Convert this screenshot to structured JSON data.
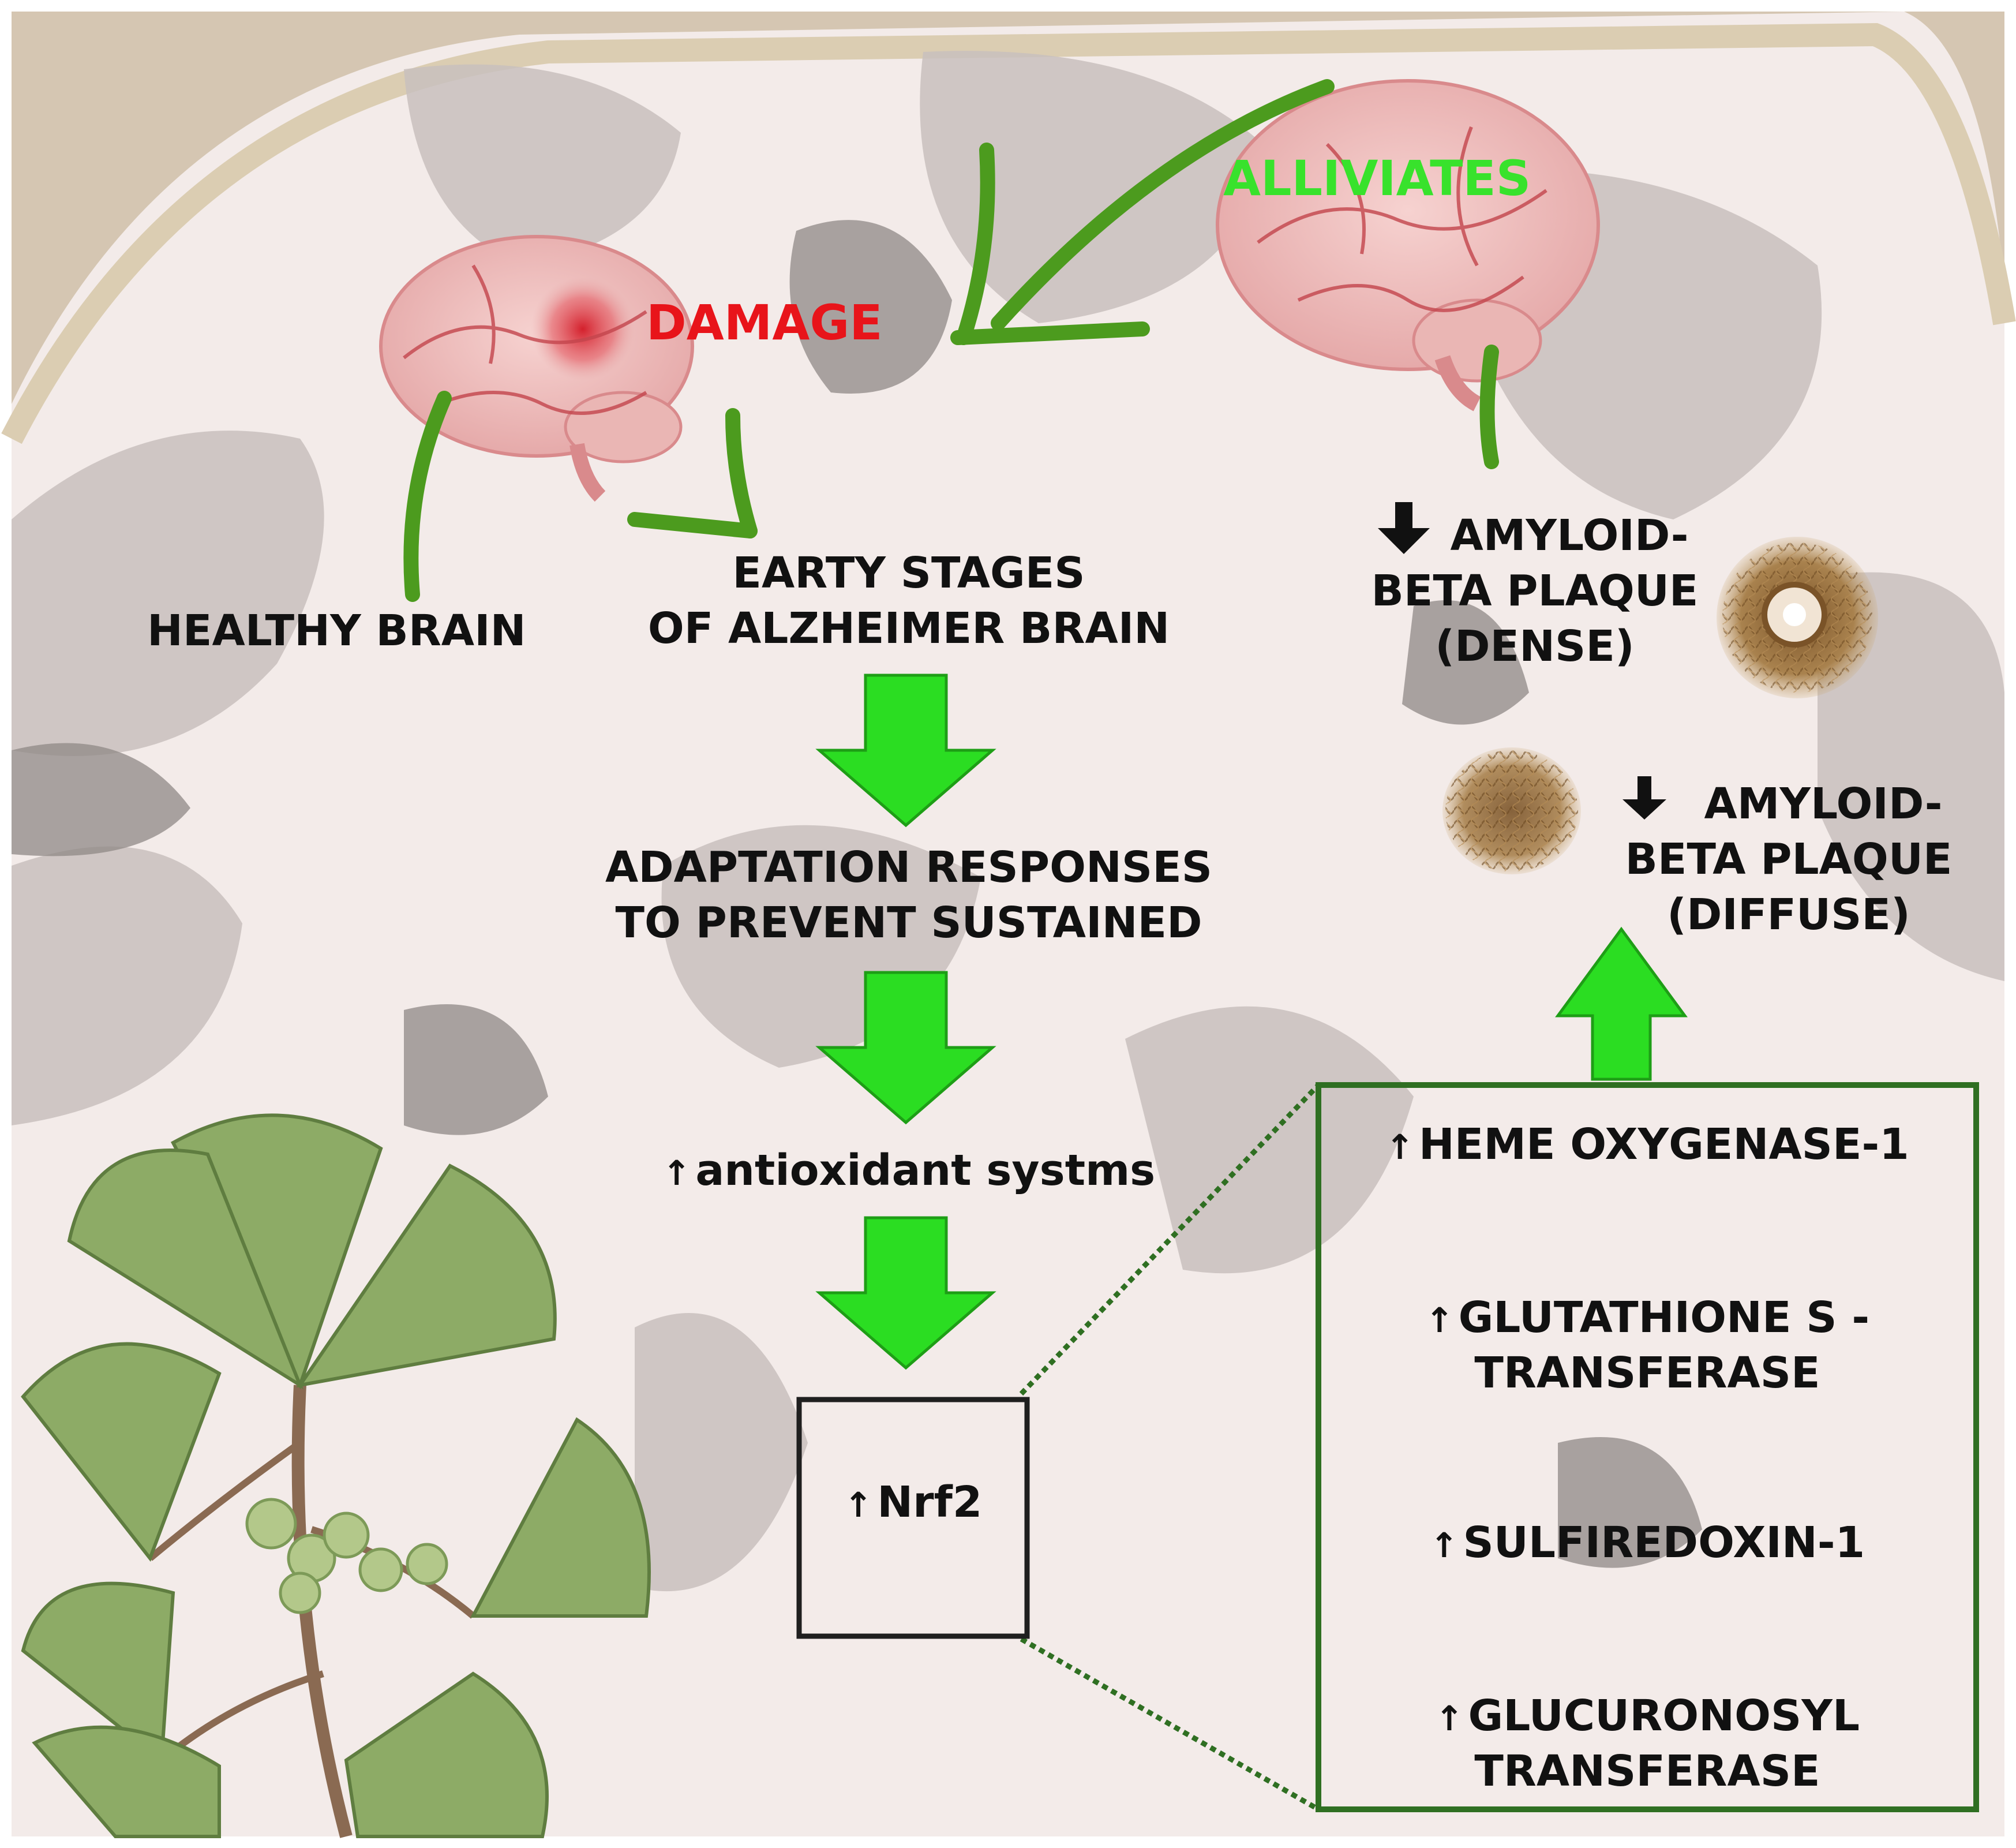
{
  "colors": {
    "background": "#f3ebe9",
    "brain_tissue": "#c8bfbd",
    "brain_dark": "#8f8886",
    "skull": "#c7b79a",
    "green_arrow": "#2bdd22",
    "dark_green": "#4c9b1e",
    "damage_red": "#e8141a",
    "alleviates_green": "#38e22c",
    "box_border": "#1f1f1f",
    "enzyme_box_border": "#2f6f22",
    "plaque_brown": "#a27440",
    "leaf_green": "#8dab66"
  },
  "icons": {
    "healthy_brain": "brain-icon",
    "damaged_brain": "damaged-brain-icon",
    "dense_plaque": "dense-plaque-icon",
    "diffuse_plaque": "diffuse-plaque-icon",
    "ginkgo": "ginkgo-plant-icon"
  },
  "labels": {
    "damage": "DAMAGE",
    "alleviates": "ALLIVIATES",
    "healthy_brain": "HEALTHY BRAIN",
    "early_stages": [
      "EARTY STAGES",
      "OF ALZHEIMER BRAIN"
    ],
    "adaptation": [
      "ADAPTATION RESPONSES",
      "TO PREVENT SUSTAINED"
    ],
    "antioxidant": "antioxidant systms",
    "nrf2": "Nrf2",
    "dense_plaque": [
      "AMYLOID-",
      "BETA PLAQUE",
      "(DENSE)"
    ],
    "diffuse_plaque": [
      "AMYLOID-",
      "BETA PLAQUE",
      "(DIFFUSE)"
    ]
  },
  "enzymes": [
    [
      "HEME OXYGENASE-1"
    ],
    [
      "GLUTATHIONE S -",
      "TRANSFERASE"
    ],
    [
      "SULFIREDOXIN-1"
    ],
    [
      "GLUCURONOSYL",
      "TRANSFERASE"
    ]
  ]
}
